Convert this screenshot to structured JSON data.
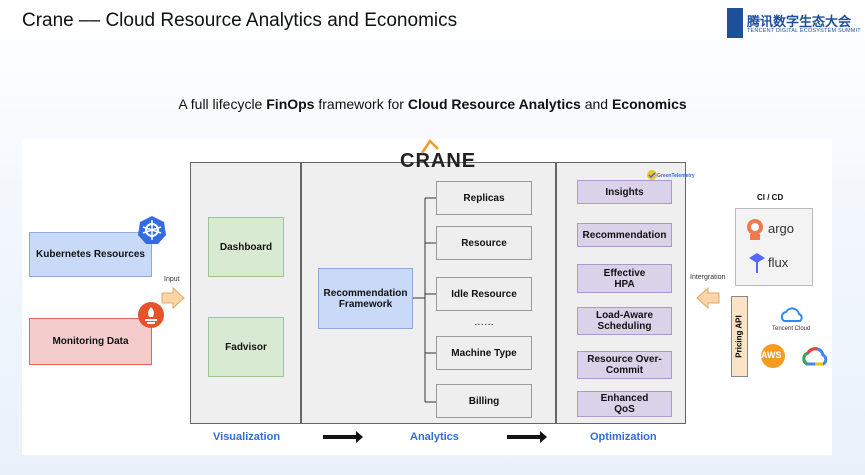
{
  "header": {
    "title": "Crane –– Cloud Resource Analytics and Economics",
    "logo_cn": "腾讯数字生态大会",
    "logo_en": "TENCENT DIGITAL ECOSYSTEM SUMMIT"
  },
  "subtitle": {
    "pre": "A full lifecycle ",
    "finops": "FinOps",
    "mid": " framework for ",
    "cra": "Cloud Resource Analytics",
    "and": " and ",
    "eco": "Economics"
  },
  "crane_logo": "CRANE",
  "sources": {
    "kubernetes": "Kubernetes Resources",
    "monitoring": "Monitoring Data",
    "input": "Input"
  },
  "visualization": {
    "dashboard": "Dashboard",
    "fadvisor": "Fadvisor"
  },
  "analytics": {
    "framework": "Recommendation Framework",
    "items": [
      "Replicas",
      "Resource",
      "Idle Resource",
      "……",
      "Machine Type",
      "Billing"
    ]
  },
  "optimization": {
    "telemetry": "GreenTelemetry",
    "items": [
      "Insights",
      "Recommendation",
      "Effective HPA",
      "Load-Aware Scheduling",
      "Resource Over-Commit",
      "Enhanced QoS"
    ]
  },
  "integrations": {
    "cicd": "CI / CD",
    "argo": "argo",
    "flux": "flux",
    "integration": "Intergration",
    "pricing_api": "Pricing API",
    "tencent_cloud": "Tencent Cloud",
    "aws": "AWS"
  },
  "footer": {
    "visualization": "Visualization",
    "analytics": "Analytics",
    "optimization": "Optimization"
  },
  "colors": {
    "accent": "#2f6fd6",
    "k8s": "#326ce5",
    "prometheus": "#e6522c",
    "arrow": "#fbd5a8"
  }
}
